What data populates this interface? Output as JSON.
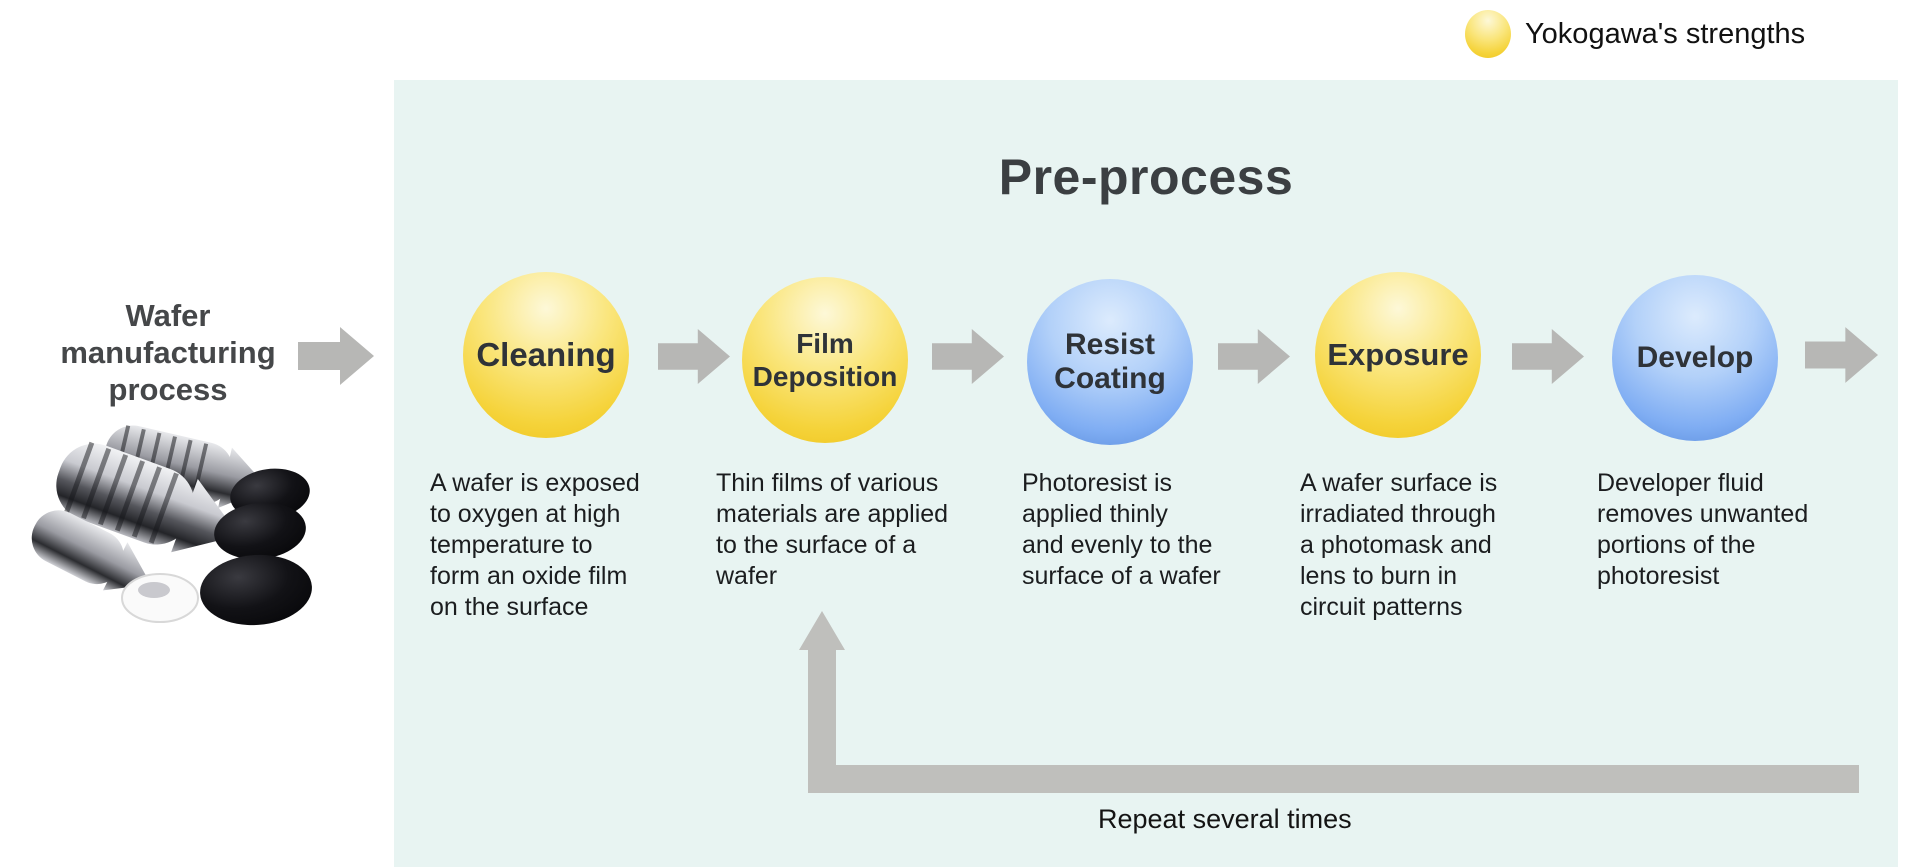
{
  "legend": {
    "label": "Yokogawa's strengths",
    "strength_color": "#f5d33a"
  },
  "panel": {
    "title": "Pre-process",
    "background": "#e8f4f2"
  },
  "source": {
    "label": "Wafer\nmanufacturing\nprocess",
    "illustration": "silicon-ingots-and-wafers-photo"
  },
  "steps": [
    {
      "name": "Cleaning",
      "type": "strength",
      "description": "A wafer is exposed\nto oxygen at high\ntemperature to\nform an oxide film\non the surface"
    },
    {
      "name": "Film\nDeposition",
      "type": "strength",
      "description": "Thin films of various\nmaterials are applied\nto the surface of a\nwafer"
    },
    {
      "name": "Resist\nCoating",
      "type": "other",
      "description": "Photoresist is\napplied thinly\nand evenly to the\nsurface of a wafer"
    },
    {
      "name": "Exposure",
      "type": "strength",
      "description": "A wafer surface is\nirradiated through\na photomask and\nlens to burn in\ncircuit patterns"
    },
    {
      "name": "Develop",
      "type": "other",
      "description": "Developer fluid\nremoves unwanted\nportions of the\nphotoresist"
    }
  ],
  "repeat": {
    "label": "Repeat several times"
  },
  "colors": {
    "strength_yellow": "#f5d33a",
    "other_blue": "#7fadf3",
    "arrow_gray": "#b7b7b5",
    "panel_bg": "#e8f4f2"
  }
}
